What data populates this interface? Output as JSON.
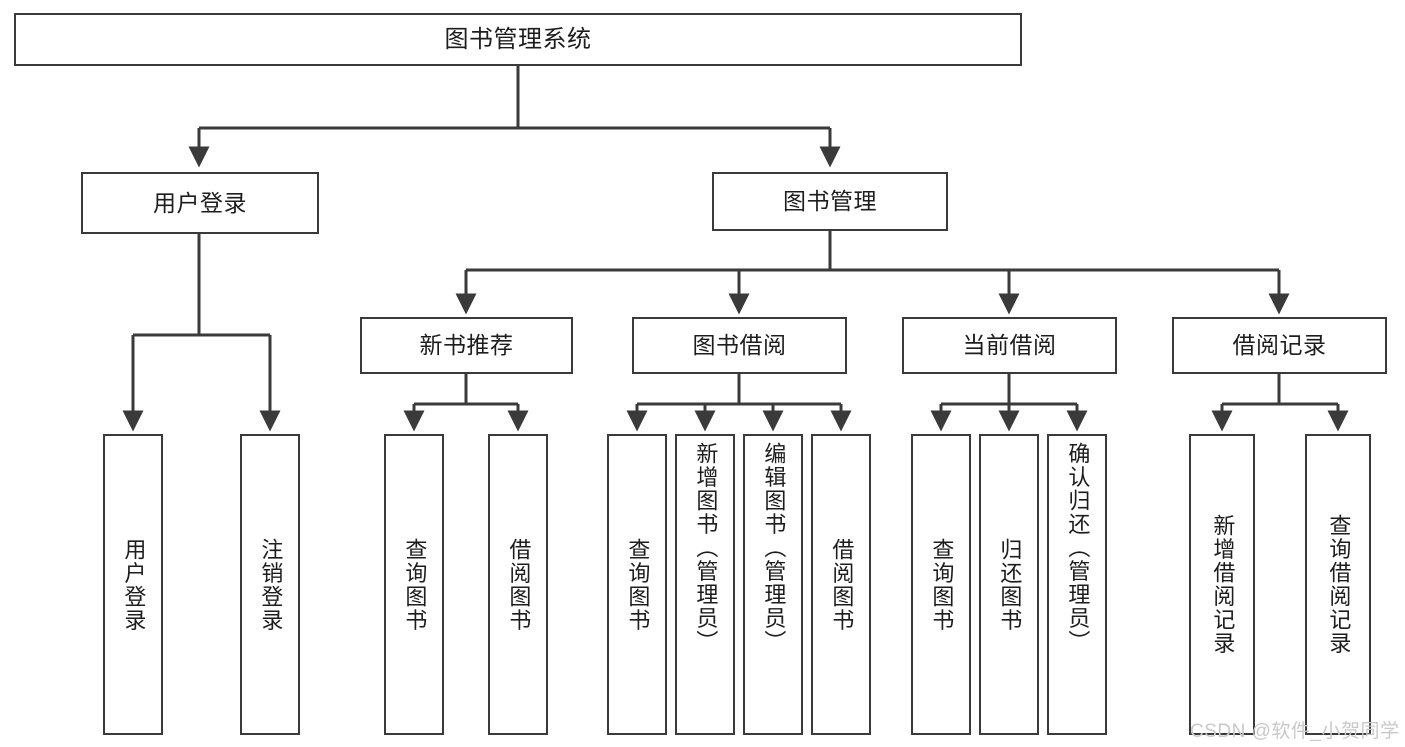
{
  "diagram": {
    "title": "图书管理系统",
    "watermark": "CSDN @软件_小贺同学",
    "root": {
      "label": "图书管理系统"
    },
    "level1": [
      {
        "label": "用户登录"
      },
      {
        "label": "图书管理"
      }
    ],
    "level2": [
      {
        "label": "新书推荐"
      },
      {
        "label": "图书借阅"
      },
      {
        "label": "当前借阅"
      },
      {
        "label": "借阅记录"
      }
    ],
    "leaves": {
      "user_login": [
        {
          "label": "用户登录"
        },
        {
          "label": "注销登录"
        }
      ],
      "new_book": [
        {
          "label": "查询图书"
        },
        {
          "label": "借阅图书"
        }
      ],
      "borrow": [
        {
          "label": "查询图书"
        },
        {
          "label": "新增图书（管理员）"
        },
        {
          "label": "编辑图书（管理员）"
        },
        {
          "label": "借阅图书"
        }
      ],
      "current": [
        {
          "label": "查询图书"
        },
        {
          "label": "归还图书"
        },
        {
          "label": "确认归还（管理员）"
        }
      ],
      "records": [
        {
          "label": "新增借阅记录"
        },
        {
          "label": "查询借阅记录"
        }
      ]
    },
    "colors": {
      "stroke": "#3a3a3a",
      "text": "#1d1d1d",
      "background": "#ffffff",
      "watermark": "#c9c9c9"
    }
  }
}
